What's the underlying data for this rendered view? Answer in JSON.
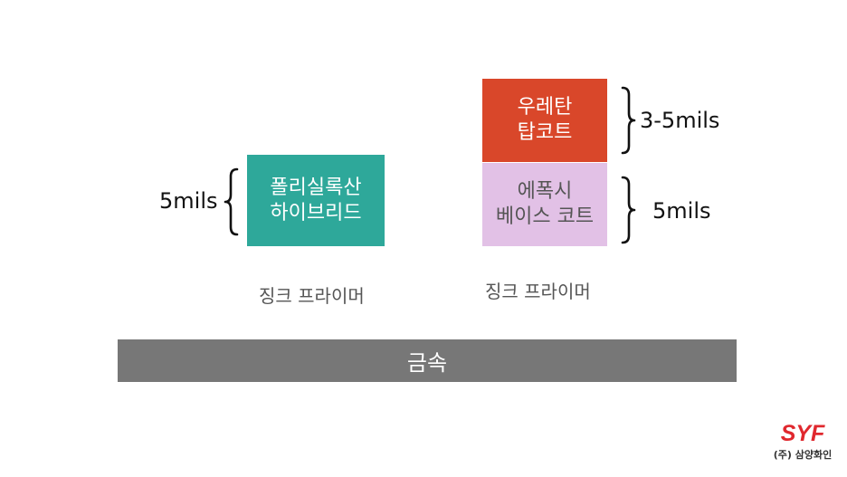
{
  "left_stack": {
    "coating": {
      "line1": "폴리실록산",
      "line2": "하이브리드",
      "color": "#2ea89a"
    },
    "thickness": "5mils",
    "primer": "징크 프라이머"
  },
  "right_stack": {
    "top_coat": {
      "line1": "우레탄",
      "line2": "탑코트",
      "color": "#d9472a"
    },
    "top_thickness": "3-5mils",
    "base_coat": {
      "line1": "에폭시",
      "line2": "베이스 코트",
      "color": "#e2c1e6"
    },
    "base_thickness": "5mils",
    "primer": "징크 프라이머"
  },
  "substrate": {
    "label": "금속",
    "color": "#777777"
  },
  "logo": {
    "mark": "SYF",
    "caption": "(주) 삼양화인",
    "color": "#e0282e"
  }
}
